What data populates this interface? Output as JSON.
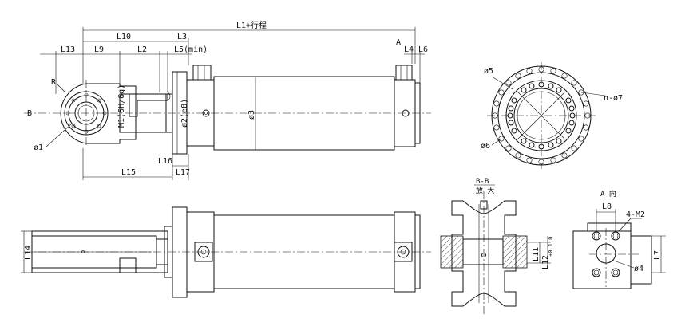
{
  "labels": {
    "l1": "L1+行程",
    "l10": "L10",
    "l3": "L3",
    "l13": "L13",
    "l9": "L9",
    "l2": "L2",
    "l5": "L5(min)",
    "a_mark": "A",
    "l4": "L4",
    "l6": "L6",
    "r": "R",
    "b_mark": "B",
    "m1": "M1(6H/6g)",
    "d2": "ø2(e8)",
    "d3": "ø3",
    "d1": "ø1",
    "l16": "L16",
    "l15": "L15",
    "l17": "L17",
    "l14": "L14",
    "d5": "ø5",
    "n_d7": "n-ø7",
    "d6": "ø6",
    "bb_title": "B-B",
    "bb_sub": "放 大",
    "l11": "L11",
    "l12": "L12",
    "l12_tol": "+0.1\n0",
    "a_view": "A 向",
    "l8": "L8",
    "m2": "4-M2",
    "l7": "L7",
    "d4": "ø4"
  }
}
